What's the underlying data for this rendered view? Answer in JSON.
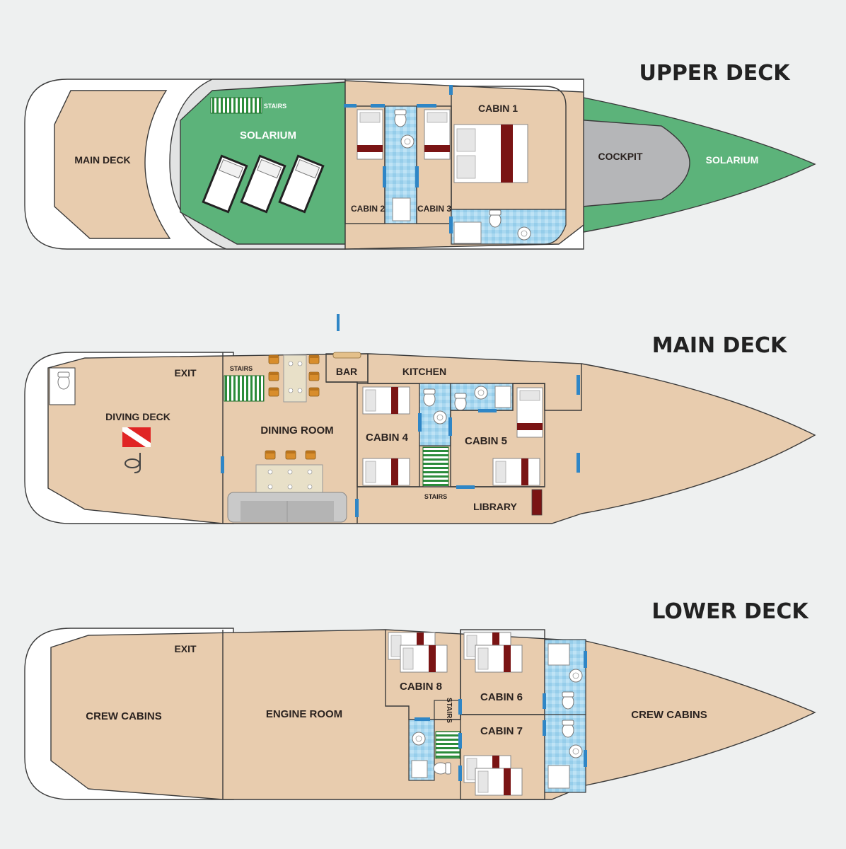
{
  "decks": {
    "upper": {
      "title": "UPPER DECK",
      "rooms": {
        "main_deck": "MAIN DECK",
        "solarium_aft": "SOLARIUM",
        "stairs": "STAIRS",
        "cabin1": "CABIN 1",
        "cabin2": "CABIN 2",
        "cabin3": "CABIN 3",
        "cockpit": "COCKPIT",
        "solarium_fwd": "SOLARIUM"
      }
    },
    "main": {
      "title": "MAIN DECK",
      "rooms": {
        "exit": "EXIT",
        "diving_deck": "DIVING DECK",
        "stairs_dining": "STAIRS",
        "dining_room": "DINING ROOM",
        "bar": "BAR",
        "kitchen": "KITCHEN",
        "cabin4": "CABIN 4",
        "cabin5": "CABIN 5",
        "stairs_mid": "STAIRS",
        "library": "LIBRARY"
      }
    },
    "lower": {
      "title": "LOWER DECK",
      "rooms": {
        "exit": "EXIT",
        "crew_aft": "CREW CABINS",
        "engine_room": "ENGINE ROOM",
        "cabin8": "CABIN 8",
        "stairs": "STAIRS",
        "cabin6": "CABIN 6",
        "cabin7": "CABIN 7",
        "crew_fwd": "CREW CABINS"
      }
    }
  },
  "colors": {
    "floor": "#e8ccae",
    "solarium": "#5cb37a",
    "cockpit": "#b5b6b8",
    "bathroom": "#a9d8f0",
    "door": "#2f86c6",
    "bed": "#7a1414",
    "background": "#eef0f0"
  }
}
